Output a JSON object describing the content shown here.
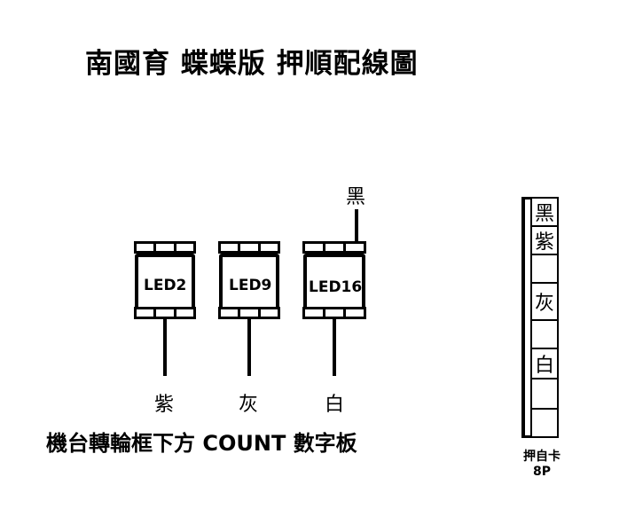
{
  "title": "南國育 蝶蝶版 押順配線圖",
  "top_wire_label": "黑",
  "leds": [
    {
      "label": "LED2",
      "wire_label": "紫"
    },
    {
      "label": "LED9",
      "wire_label": "灰"
    },
    {
      "label": "LED16",
      "wire_label": "白"
    }
  ],
  "caption": "機台轉輪框下方 COUNT 數字板",
  "connector": {
    "pins": [
      "黑",
      "紫",
      "",
      "灰",
      "",
      "白",
      "",
      ""
    ],
    "label_line1": "押自卡",
    "label_line2": "8P"
  }
}
